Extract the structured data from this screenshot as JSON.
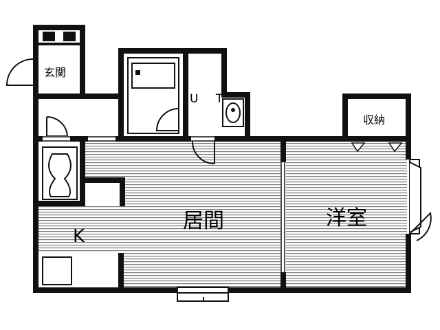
{
  "labels": {
    "genkan": "玄関",
    "ut": "U T",
    "shuno": "収納",
    "kyoma": "居間",
    "yoshitsu": "洋室",
    "kitchen": "K"
  },
  "colors": {
    "wall": "#111111",
    "floor_stripe": "#777777",
    "background": "#ffffff"
  }
}
